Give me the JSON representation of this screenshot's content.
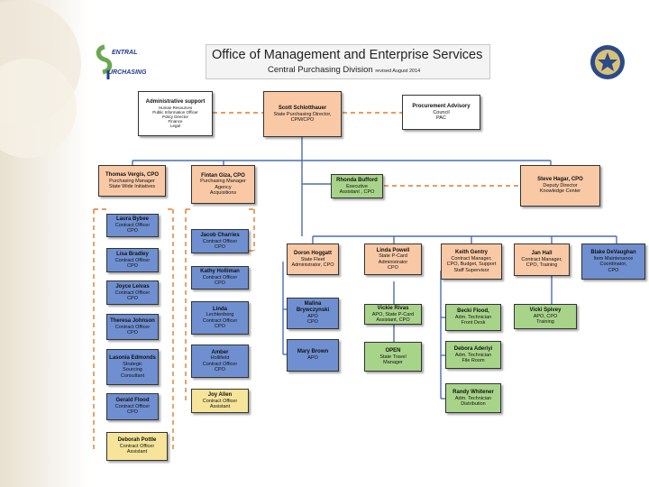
{
  "header": {
    "title": "Office of Management and Enterprise Services",
    "subtitle": "Central Purchasing Division",
    "revised": "revised August 2014"
  },
  "logo": {
    "line1": "ENTRAL",
    "line2": "URCHASING"
  },
  "colors": {
    "orange": "#f9c9a6",
    "green": "#a8d48a",
    "blue": "#6f8fd0",
    "yellow": "#f5e49a",
    "dashed": "#e07a2a",
    "solid": "#4a6fb0"
  },
  "boxes": {
    "admin_support": {
      "name": "Administrative support",
      "lines": [
        "Human Resources",
        "Public Information Officer",
        "Policy Director",
        "Finance",
        "Legal"
      ]
    },
    "director": {
      "name": "Scott Schlotthauer",
      "lines": [
        "State Purchasing Director,",
        "CPM/CPO"
      ]
    },
    "advisory": {
      "name": "Procurement Advisory",
      "lines": [
        "Council",
        "PAC"
      ]
    },
    "vergis": {
      "name": "Thomas Vergis, CPO",
      "lines": [
        "Purchasing Manager",
        "State Wide Initiatives"
      ]
    },
    "giza": {
      "name": "Fintan Giza, CPO",
      "lines": [
        "Purchasing Manager",
        "Agency",
        "Acquisitions"
      ]
    },
    "bufford": {
      "name": "Rhonda Bufford",
      "lines": [
        "Executive",
        "Assistant , CPO"
      ]
    },
    "hagar": {
      "name": "Steve Hagar, CPO",
      "lines": [
        "Deputy Director",
        "Knowledge Center"
      ]
    },
    "bybee": {
      "name": "Laura Bybee",
      "lines": [
        "Contract Officer",
        "CPO"
      ]
    },
    "bradley": {
      "name": "Lisa Bradley",
      "lines": [
        "Contract Officer",
        "CPO"
      ]
    },
    "leivas": {
      "name": "Joyce Leivas",
      "lines": [
        "Contract Officer",
        "CPO"
      ]
    },
    "johnson": {
      "name": "Theresa Johnson",
      "lines": [
        "Contract Officer",
        "CPO"
      ]
    },
    "edmonds": {
      "name": "Lasonia Edmonds",
      "lines": [
        "Strategic",
        "Sourcing",
        "Consultant"
      ]
    },
    "flood": {
      "name": "Gerald Flood",
      "lines": [
        "Contract Officer",
        "CPO"
      ]
    },
    "pottle": {
      "name": "Deborah Pottle",
      "lines": [
        "Contract Officer",
        "Assistant"
      ]
    },
    "charries": {
      "name": "Jacob Charries",
      "lines": [
        "Contract Officer",
        "CPO"
      ]
    },
    "holliman": {
      "name": "Kathy Holliman",
      "lines": [
        "Contract Officer",
        "CPO"
      ]
    },
    "lechtenberg": {
      "name": "Linda",
      "lines": [
        "Lechtenberg",
        "Contract Officer",
        "CPO"
      ]
    },
    "hollifield": {
      "name": "Amber",
      "lines": [
        "Hollifield",
        "Contract Officer",
        "CPO"
      ]
    },
    "allen": {
      "name": "Joy Allen",
      "lines": [
        "Contract Officer",
        "Assistant"
      ]
    },
    "hoggatt": {
      "name": "Doron Hoggatt",
      "lines": [
        "State Fleet",
        "Administrator, CPO"
      ]
    },
    "powell": {
      "name": "Linda Powell",
      "lines": [
        "State P-Card",
        "Administrator",
        "CPO"
      ]
    },
    "gentry": {
      "name": "Keith Gentry",
      "lines": [
        "Contract Manager,",
        "CPO, Budget, Support",
        "Staff Supervisor"
      ]
    },
    "hall": {
      "name": "Jan Hall",
      "lines": [
        "Contract Manager,",
        "CPO, Training"
      ]
    },
    "devaughan": {
      "name": "Blake DeVaughan",
      "lines": [
        "Item Maintenance",
        "Coordinator,",
        "CPO"
      ]
    },
    "brywczynski": {
      "name": "Malina Brywczynski",
      "lines": [
        "APO",
        "CPO"
      ]
    },
    "brown": {
      "name": "Mary Brown",
      "lines": [
        "APO"
      ]
    },
    "rivas": {
      "name": "Vickie Rivas",
      "lines": [
        "APO, State P-Card",
        "Assistant, CPO"
      ]
    },
    "open": {
      "name": "OPEN",
      "lines": [
        "State Travel",
        "Manager"
      ]
    },
    "flood2": {
      "name": "Becki Flood,",
      "lines": [
        "Adm. Technician",
        "Front Desk"
      ]
    },
    "aderiyi": {
      "name": "Debora Aderiyi",
      "lines": [
        "Adm. Technician",
        "File Room"
      ]
    },
    "whitener": {
      "name": "Randy Whitener",
      "lines": [
        "Adm. Technician",
        "Distribution"
      ]
    },
    "spivey": {
      "name": "Vicki Spivey",
      "lines": [
        "APO, CPO",
        "Training"
      ]
    }
  }
}
